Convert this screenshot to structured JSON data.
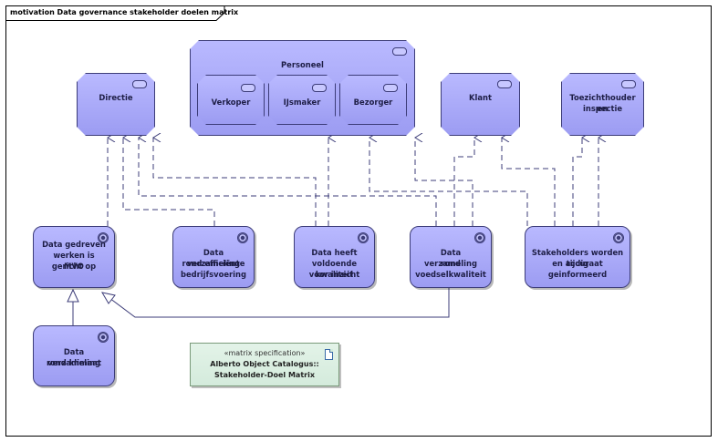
{
  "diagram": {
    "title": "motivation Data governance stakeholder doelen matrix"
  },
  "stakeholders": {
    "directie": "Directie",
    "personeel": "Personeel",
    "verkoper": "Verkoper",
    "ijsmaker": "IJsmaker",
    "bezorger": "Bezorger",
    "klant": "Klant",
    "toezicht_l1": "Toezichthouder en",
    "toezicht_l2": "inspectie"
  },
  "goals": {
    "g1_l1": "Data gedreven",
    "g1_l2": "werken is gericht op",
    "g1_l3": "MVO",
    "g2_l1": "Data verzameling",
    "g2_l2": "rond efficiënte",
    "g2_l3": "bedrijfsvoering",
    "g3_l1": "Data heeft",
    "g3_l2": "voldoende kwaliteit",
    "g3_l3": "voor inzicht",
    "g4_l1": "Data verzameling",
    "g4_l2": "rond",
    "g4_l3": "voedselkwaliteit",
    "g5_l1": "Stakeholders worden tijdig",
    "g5_l2": "en accuraat geinformeerd",
    "g6_l1": "Data verzameling",
    "g6_l2": "rond klimaat"
  },
  "note": {
    "stereotype": "«matrix specification»",
    "line1": "Alberto Object Catalogus::",
    "line2": "Stakeholder-Doel Matrix"
  }
}
